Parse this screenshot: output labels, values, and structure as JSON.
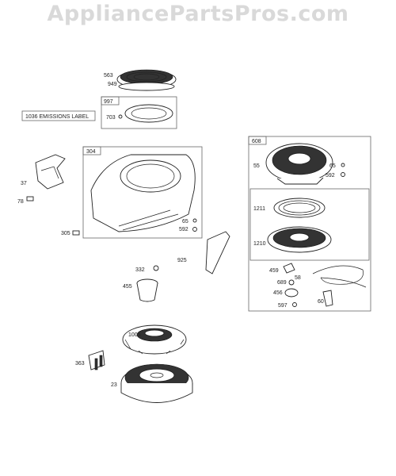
{
  "watermark": "AppliancePartsPros.com",
  "emissions_label": "1036 EMISSIONS LABEL",
  "boxes": {
    "b997": "997",
    "b304": "304",
    "b608": "608"
  },
  "labels": {
    "l563": "563",
    "l949": "949",
    "l703": "703",
    "l37": "37",
    "l78": "78",
    "l305": "305",
    "l65a": "65",
    "l592a": "592",
    "l925": "925",
    "l332": "332",
    "l455": "455",
    "l1005": "1005",
    "l363": "363",
    "l23": "23",
    "l55": "55",
    "l65b": "65",
    "l592b": "592",
    "l1211": "1211",
    "l1210": "1210",
    "l459": "459",
    "l58": "58",
    "l689": "689",
    "l456": "456",
    "l60": "60",
    "l597": "597"
  }
}
